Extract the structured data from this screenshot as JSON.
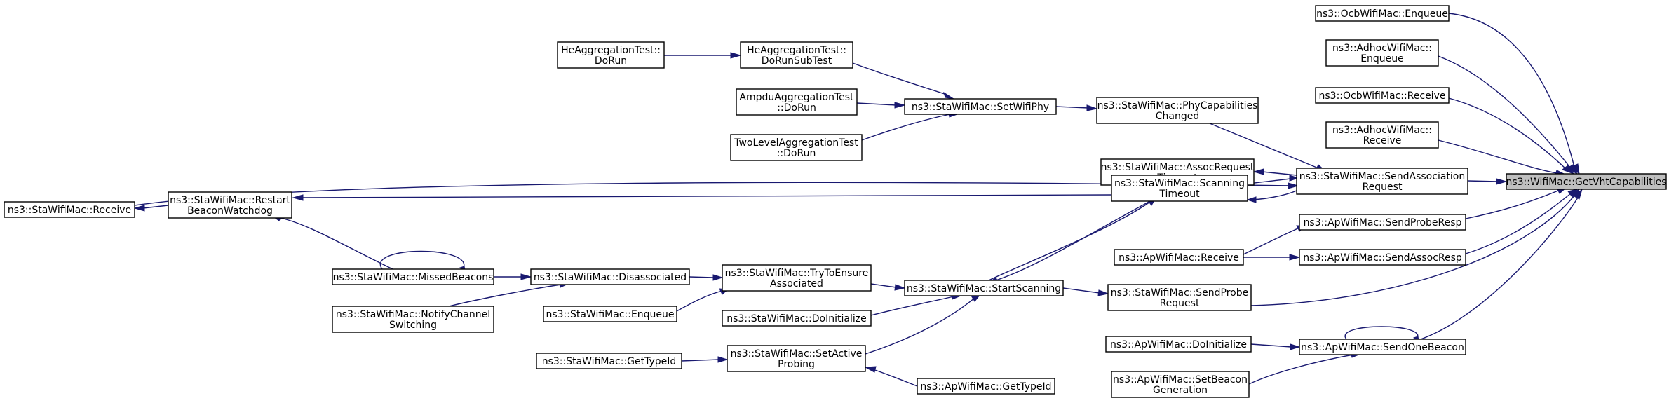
{
  "diagram": {
    "type": "call-graph",
    "colors": {
      "edge": "#191970",
      "node_border": "#000000",
      "focus_fill": "#bfbfbf",
      "node_fill": "#ffffff"
    },
    "nodes": [
      {
        "id": "n_getvht",
        "lines": [
          "ns3::WifiMac::GetVhtCapabilities"
        ],
        "focus": true
      },
      {
        "id": "n_ocb_enqueue",
        "lines": [
          "ns3::OcbWifiMac::Enqueue"
        ]
      },
      {
        "id": "n_adhoc_enqueue",
        "lines": [
          "ns3::AdhocWifiMac::",
          "Enqueue"
        ]
      },
      {
        "id": "n_ocb_receive",
        "lines": [
          "ns3::OcbWifiMac::Receive"
        ]
      },
      {
        "id": "n_adhoc_receive",
        "lines": [
          "ns3::AdhocWifiMac::",
          "Receive"
        ]
      },
      {
        "id": "n_sta_sendassocreq",
        "lines": [
          "ns3::StaWifiMac::SendAssociation",
          "Request"
        ]
      },
      {
        "id": "n_ap_sendproberesp",
        "lines": [
          "ns3::ApWifiMac::SendProbeResp"
        ]
      },
      {
        "id": "n_ap_sendassocresp",
        "lines": [
          "ns3::ApWifiMac::SendAssocResp"
        ]
      },
      {
        "id": "n_sta_sendprobereq",
        "lines": [
          "ns3::StaWifiMac::SendProbe",
          "Request"
        ]
      },
      {
        "id": "n_ap_sendonebeacon",
        "lines": [
          "ns3::ApWifiMac::SendOneBeacon"
        ]
      },
      {
        "id": "n_sta_phycap",
        "lines": [
          "ns3::StaWifiMac::PhyCapabilities",
          "Changed"
        ]
      },
      {
        "id": "n_sta_assoctimeout",
        "lines": [
          "ns3::StaWifiMac::AssocRequest",
          "Timeout"
        ]
      },
      {
        "id": "n_sta_scantimeout",
        "lines": [
          "ns3::StaWifiMac::Scanning",
          "Timeout"
        ]
      },
      {
        "id": "n_ap_receive",
        "lines": [
          "ns3::ApWifiMac::Receive"
        ]
      },
      {
        "id": "n_sta_startscanning",
        "lines": [
          "ns3::StaWifiMac::StartScanning"
        ]
      },
      {
        "id": "n_ap_doinit",
        "lines": [
          "ns3::ApWifiMac::DoInitialize"
        ]
      },
      {
        "id": "n_ap_setbeacon",
        "lines": [
          "ns3::ApWifiMac::SetBeacon",
          "Generation"
        ]
      },
      {
        "id": "n_sta_setwifiphy",
        "lines": [
          "ns3::StaWifiMac::SetWifiPhy"
        ]
      },
      {
        "id": "n_sta_receive",
        "lines": [
          "ns3::StaWifiMac::Receive"
        ]
      },
      {
        "id": "n_sta_restartbeacon",
        "lines": [
          "ns3::StaWifiMac::Restart",
          "BeaconWatchdog"
        ]
      },
      {
        "id": "n_sta_trytoensure",
        "lines": [
          "ns3::StaWifiMac::TryToEnsure",
          "Associated"
        ]
      },
      {
        "id": "n_sta_doinit",
        "lines": [
          "ns3::StaWifiMac::DoInitialize"
        ]
      },
      {
        "id": "n_sta_setactiveprobing",
        "lines": [
          "ns3::StaWifiMac::SetActive",
          "Probing"
        ]
      },
      {
        "id": "n_ap_gettypeid",
        "lines": [
          "ns3::ApWifiMac::GetTypeId"
        ]
      },
      {
        "id": "n_heagg_dorunsub",
        "lines": [
          "HeAggregationTest::",
          "DoRunSubTest"
        ]
      },
      {
        "id": "n_ampdu_dorun",
        "lines": [
          "AmpduAggregationTest",
          "::DoRun"
        ]
      },
      {
        "id": "n_twolevel_dorun",
        "lines": [
          "TwoLevelAggregationTest",
          "::DoRun"
        ]
      },
      {
        "id": "n_sta_disassociated",
        "lines": [
          "ns3::StaWifiMac::Disassociated"
        ]
      },
      {
        "id": "n_sta_enqueue",
        "lines": [
          "ns3::StaWifiMac::Enqueue"
        ]
      },
      {
        "id": "n_sta_gettypeid",
        "lines": [
          "ns3::StaWifiMac::GetTypeId"
        ]
      },
      {
        "id": "n_heagg_dorun",
        "lines": [
          "HeAggregationTest::",
          "DoRun"
        ]
      },
      {
        "id": "n_sta_missedbeacons",
        "lines": [
          "ns3::StaWifiMac::MissedBeacons"
        ]
      },
      {
        "id": "n_sta_notifychannel",
        "lines": [
          "ns3::StaWifiMac::NotifyChannel",
          "Switching"
        ]
      }
    ]
  }
}
